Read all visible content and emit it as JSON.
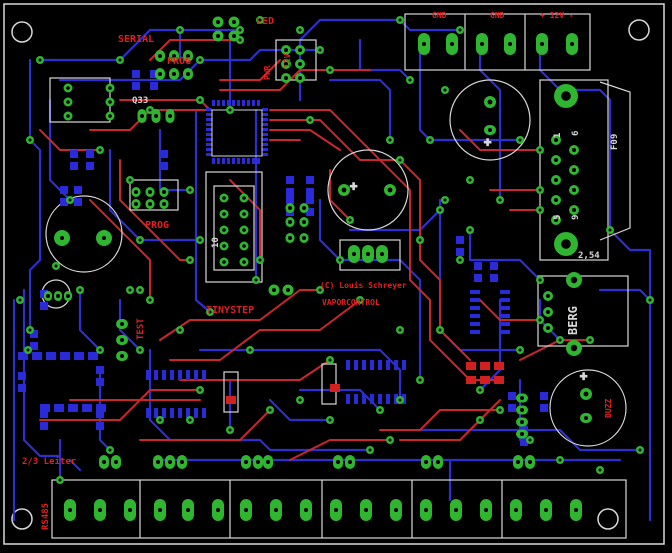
{
  "colors": {
    "background": "#000000",
    "outline": "#d8d8d8",
    "trace_top": "#c8282c",
    "trace_bottom": "#2f2fd0",
    "pad": "#2fb52f",
    "via": "#2fb52f",
    "drill": "#000000",
    "silk": "#d8d8d8",
    "label_red": "#e02020",
    "smd": "#2a2ad8",
    "smd_red": "#d02020"
  },
  "labels": {
    "serial": "SERIAL",
    "led": "LED",
    "prog": "PROG",
    "q33": "Q33",
    "tinystep": "TINYSTEP",
    "copyright": "(C) Louis Schreyer",
    "project": "VAPORCONTROL",
    "test": "TEST",
    "rs485": "2/3 Leiter",
    "rs485_side": "RS485",
    "conn_a": "GND",
    "conn_b": "GND",
    "conn_c": "+ 12V -",
    "power": "PWR",
    "db9": "F09",
    "db9_pin1": "1",
    "db9_pin6": "6",
    "db9_pin5": "5",
    "db9_pin9": "9",
    "pitch": "2,54",
    "berg": "BERG",
    "buzzer": "BUZZ",
    "ten": "10",
    "side_label": "12V"
  }
}
